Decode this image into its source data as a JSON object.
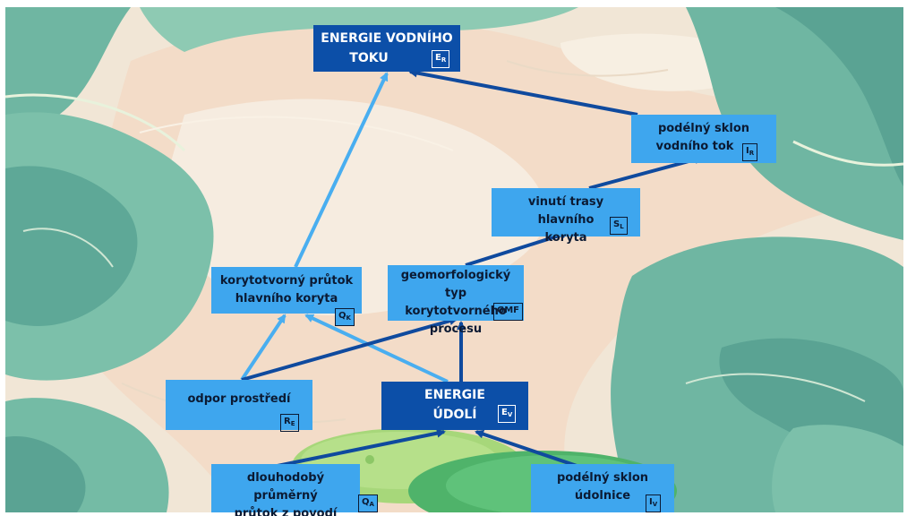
{
  "colors": {
    "light_box": "#3ea6ee",
    "dark_box": "#0c4fa8",
    "dark_arrow": "#0f4a9e",
    "light_arrow": "#49aef0",
    "water": "#6fb6a2",
    "sand": "#f1e6d6"
  },
  "nodes": {
    "energie_vodniho_toku": {
      "label_line1": "ENERGIE VODNÍHO",
      "label_line2": "TOKU",
      "sym": "E",
      "sub": "R"
    },
    "podelny_sklon_toku": {
      "label_line1": "podélný sklon",
      "label_line2": "vodního tok",
      "sym": "I",
      "sub": "R"
    },
    "vinuti_trasy": {
      "label_line1": "vinutí trasy hlavního",
      "label_line2": "koryta",
      "sym": "S",
      "sub": "L"
    },
    "korytotvorny_prutok": {
      "label_line1": "korytotvorný průtok",
      "label_line2": "hlavního koryta",
      "sym": "Q",
      "sub": "K"
    },
    "geomorfologicky_typ": {
      "label_line1": "geomorfologický typ",
      "label_line2": "korytotvorného",
      "label_line3": "procesu",
      "sym": "GMF"
    },
    "odpor_prostredi": {
      "label_line1": "odpor prostředí",
      "sym": "R",
      "sub": "E"
    },
    "energie_udoli": {
      "label_line1": "ENERGIE",
      "label_line2": "ÚDOLÍ",
      "sym": "E",
      "sub": "V"
    },
    "dlouhodoby_prutok": {
      "label_line1": "dlouhodobý průměrný",
      "label_line2": "průtok z povodí",
      "sym": "Q",
      "sub": "A"
    },
    "podelny_sklon_udolnice": {
      "label_line1": "podélný sklon",
      "label_line2": "údolnice",
      "sym": "I",
      "sub": "V"
    }
  }
}
